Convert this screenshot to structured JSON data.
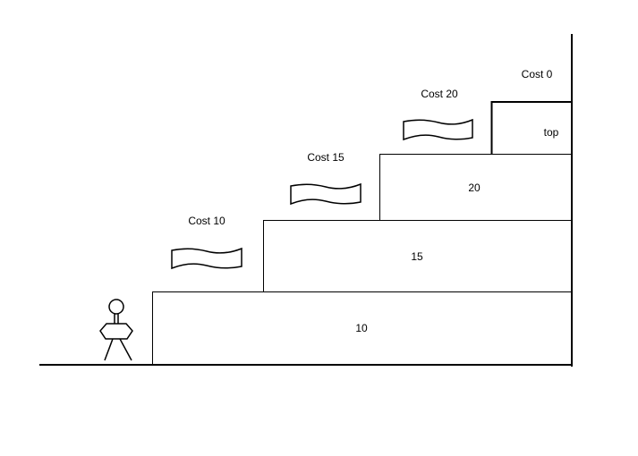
{
  "colors": {
    "background": "#ffffff",
    "line": "#000000"
  },
  "steps": [
    {
      "value": "10",
      "cost_label": "Cost 10"
    },
    {
      "value": "15",
      "cost_label": "Cost 15"
    },
    {
      "value": "20",
      "cost_label": "Cost 20"
    },
    {
      "value": "top",
      "cost_label": "Cost 0"
    }
  ],
  "icons": {
    "figure": "stick-figure-icon",
    "banknote": "banknote-icon"
  }
}
